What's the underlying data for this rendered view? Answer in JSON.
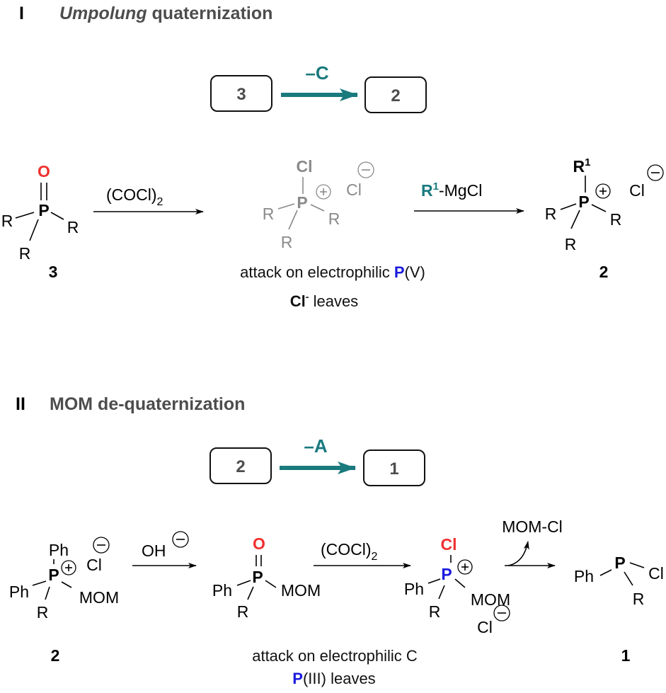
{
  "section_I": {
    "numeral": "I",
    "title_italic": "Umpolung",
    "title_rest": " quaternization",
    "summary": {
      "from": "3",
      "to": "2",
      "arrow_label": "–C"
    },
    "reagent_1": "(COCl)",
    "reagent_1_sub": "2",
    "reagent_2_r": "R",
    "reagent_2_sup": "1",
    "reagent_2_rest": "-MgCl",
    "start_compound": {
      "label": "3",
      "center": "P",
      "top": "O",
      "substituents": [
        "R",
        "R",
        "R"
      ]
    },
    "intermediate": {
      "center": "P",
      "top": "Cl",
      "substituents": [
        "R",
        "R",
        "R"
      ],
      "counterion": "Cl",
      "charge": "+",
      "counter_charge": "−"
    },
    "product": {
      "label": "2",
      "center": "P",
      "top_r": "R",
      "top_sup": "1",
      "substituents": [
        "R",
        "R",
        "R"
      ],
      "counterion": "Cl",
      "charge": "+",
      "counter_charge": "−"
    },
    "caption_line1_pre": "attack on electrophilic ",
    "caption_line1_p": "P",
    "caption_line1_post": "(V)",
    "caption_line2_cl": "Cl",
    "caption_line2_sup": "-",
    "caption_line2_rest": " leaves"
  },
  "section_II": {
    "numeral": "II",
    "title": "MOM de-quaternization",
    "summary": {
      "from": "2",
      "to": "1",
      "arrow_label": "–A"
    },
    "reagent_1": "OH",
    "reagent_2": "(COCl)",
    "reagent_2_sub": "2",
    "byproduct": "MOM-Cl",
    "start_compound": {
      "label": "2",
      "center": "P",
      "substituents": [
        "Ph",
        "Ph",
        "R",
        "MOM"
      ],
      "counterion": "Cl"
    },
    "intermediate_1": {
      "center": "P",
      "top": "O",
      "substituents": [
        "Ph",
        "R",
        "MOM"
      ]
    },
    "intermediate_2": {
      "center": "P",
      "top": "Cl",
      "substituents": [
        "Ph",
        "R",
        "MOM"
      ],
      "counterion": "Cl"
    },
    "product": {
      "label": "1",
      "center": "P",
      "substituents": [
        "Ph",
        "Cl",
        "R"
      ]
    },
    "caption_line1": "attack on electrophilic C",
    "caption_line2_p": "P",
    "caption_line2_rest": "(III) leaves"
  },
  "colors": {
    "teal": "#1a7a7e",
    "oxygen_red": "#f03030",
    "phosphorus_blue": "#1a1adf",
    "grey": "#8a8a8a",
    "title_grey": "#4d4d4d"
  }
}
